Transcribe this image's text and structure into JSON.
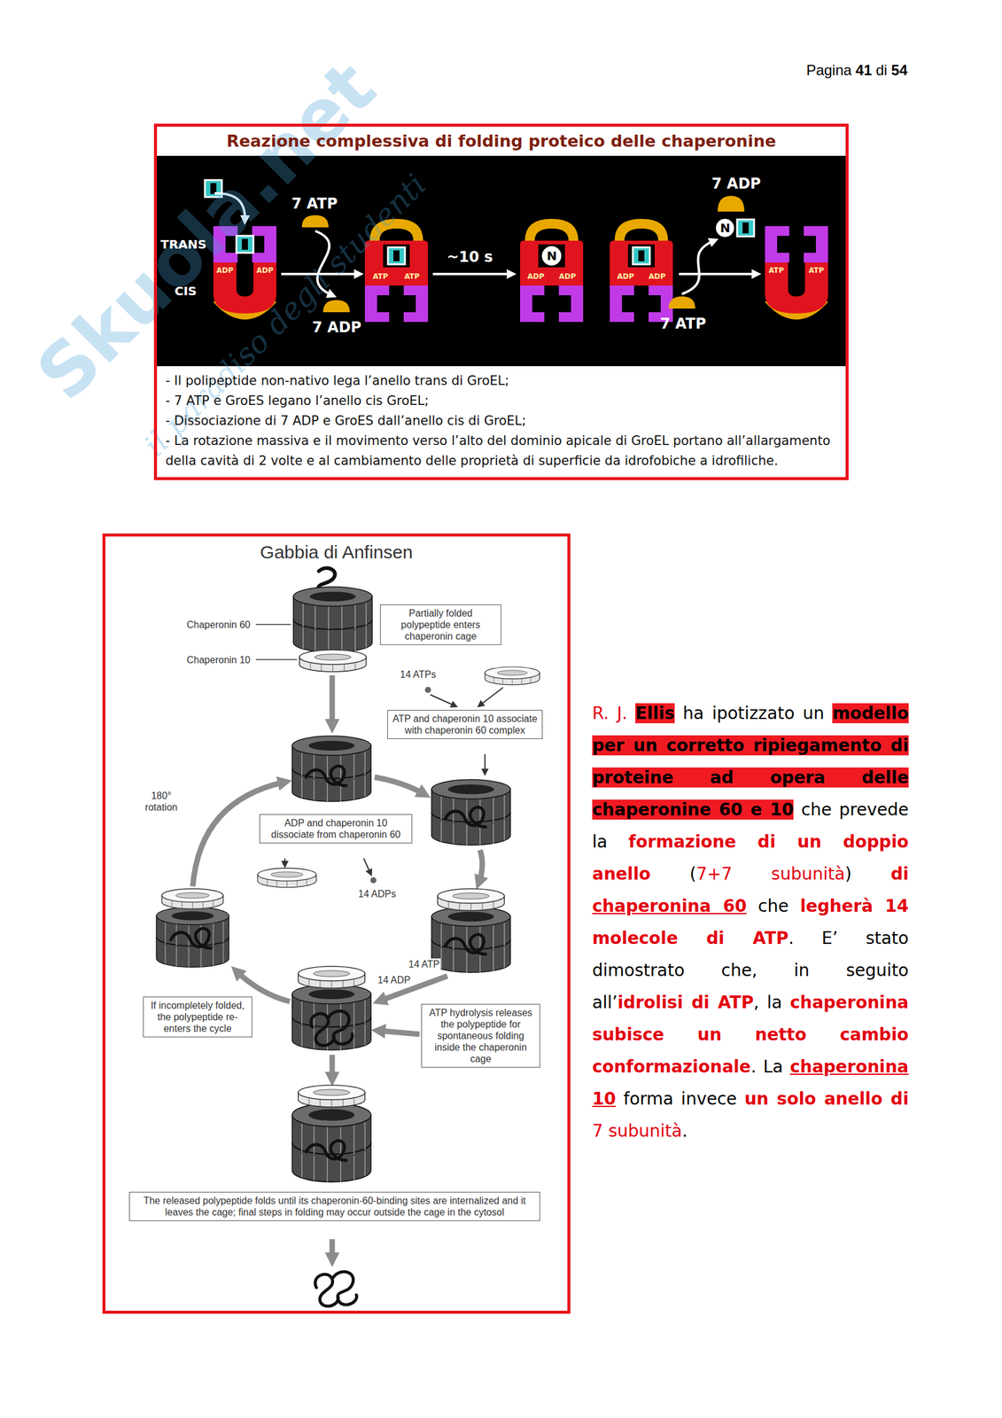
{
  "diagram": {
    "nodes": [
      {
        "text": [
          "Reazione complessiva di folding proteico delle chaperonine",
          "- Il polipeptide non-nativo lega l’anello trans di GroEL;",
          "- 7 ATP e GroES legano l’anello cis GroEL;",
          "- Dissociazione di 7 ADP e GroES dall’anello cis di GroEL;",
          "- La rotazione massiva e il movimento verso l’alto del dominio apicale di GroEL portano all’allargamento della cavità di 2 volte e al cambiamento delle proprietà di superficie da idrofobiche a idrofiliche."
        ]
      },
      {
        "text": [
          "Gabbia di Anfinsen"
        ]
      },
      {
        "text": [
          "Partially folded polypeptide enters chaperonin cage"
        ],
        "in": 1
      },
      {
        "text": [
          "ATP and chaperonin 10 associate with chaperonin 60 complex"
        ],
        "in": 1
      },
      {
        "text": [
          "ADP and chaperonin 10 dissociate from chaperonin 60"
        ],
        "in": 1
      },
      {
        "text": [
          "If incompletely folded, the polypeptide re-enters the cycle"
        ],
        "in": 1
      },
      {
        "text": [
          "ATP hydrolysis releases the polypeptide for spontaneous folding inside the chaperonin cage"
        ],
        "in": 1
      },
      {
        "text": [
          "The released polypeptide folds until its chaperonin-60-binding sites are internalized and it leaves the cage; final steps in folding may occur outside the cage in the cytosol"
        ],
        "in": 1
      }
    ],
    "labels": [
      "Pagina",
      "41",
      "di",
      "54",
      "Skuola.net",
      "il paradiso degli studenti",
      "TRANS",
      "CIS",
      "7 ATP",
      "7 ADP",
      "ADP",
      "ADP",
      "ATP",
      "ATP",
      "~10 s",
      "N",
      "ADP",
      "ADP",
      "ADP",
      "ADP",
      "7 ADP",
      "N",
      "7 ATP",
      "ATP",
      "ATP",
      "Chaperonin 60",
      "Chaperonin 10",
      "14 ATPs",
      "180° rotation",
      "14 ADPs",
      "14 ATP",
      "14 ADP",
      "R. J.",
      "Ellis",
      "ha ipotizzato un",
      "modello per un corretto ripiegamento di proteine ad opera delle chaperonine 60 e 10",
      "che prevede la",
      "formazione di un doppio anello",
      "(",
      "7+7 subunità",
      ")",
      "di",
      "chaperonina 60",
      "che",
      "legherà 14 molecole di ATP",
      ". E’ stato dimostrato che, in seguito all’",
      "idrolisi di ATP",
      ", la",
      "chaperonina subisce un netto cambio conformazionale",
      ". La",
      "chaperonina 10",
      "forma invece",
      "un solo anello di",
      "7 subunità",
      "."
    ]
  }
}
